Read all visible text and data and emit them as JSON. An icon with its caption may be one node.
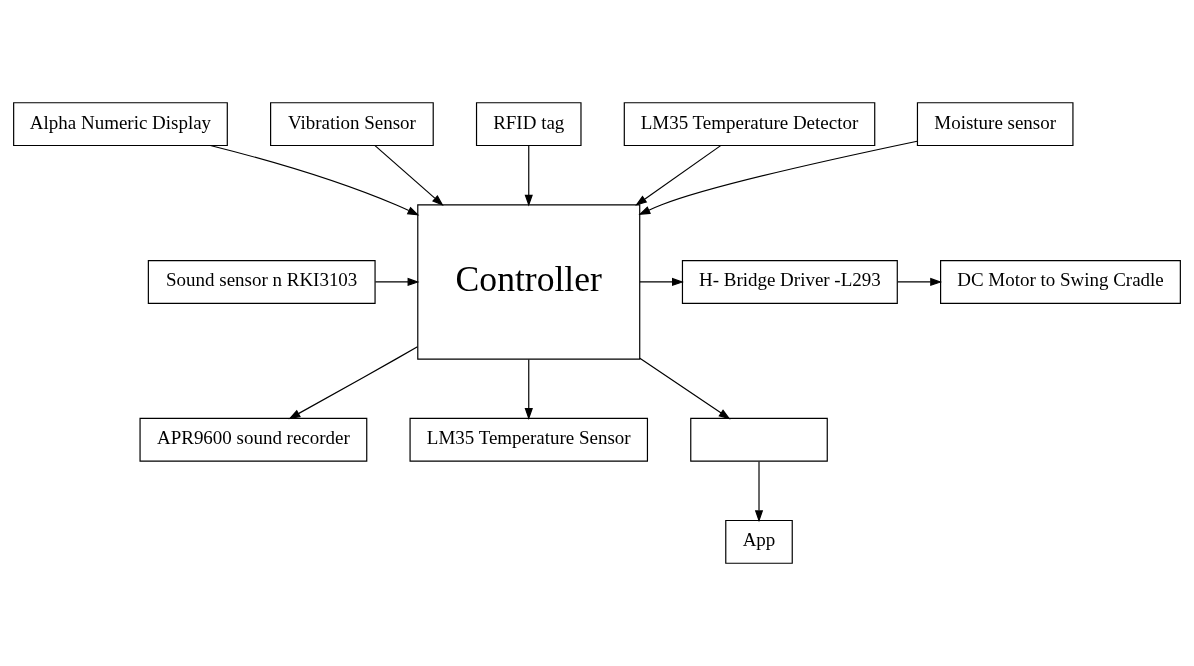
{
  "diagram": {
    "nodes": [
      {
        "text": [
          "Alpha Numeric Display"
        ]
      },
      {
        "text": [
          "Vibration Sensor"
        ]
      },
      {
        "text": [
          "RFID tag"
        ]
      },
      {
        "text": [
          "Sound sensor n RKI3103"
        ]
      },
      {
        "text": [
          "Controller"
        ]
      },
      {
        "text": [
          "H- Bridge Driver -L293"
        ]
      },
      {
        "text": [
          "DC Motor to Swing Cradle"
        ]
      },
      {
        "text": [
          "LM35 Temperature Detector"
        ]
      },
      {
        "text": [
          "Moisture sensor"
        ]
      },
      {
        "text": [
          "APR9600 sound recorder"
        ]
      },
      {
        "text": [
          "LM35 Temperature Sensor"
        ]
      },
      {
        "text": [],
        "shape": "box"
      },
      {
        "text": [
          "App"
        ]
      }
    ],
    "edges": [
      {
        "from": 0,
        "to": 4,
        "arrow": "to"
      },
      {
        "from": 1,
        "to": 4,
        "arrow": "to"
      },
      {
        "from": 2,
        "to": 4,
        "arrow": "to"
      },
      {
        "from": 3,
        "to": 4,
        "arrow": "to"
      },
      {
        "from": 7,
        "to": 4,
        "arrow": "to"
      },
      {
        "from": 8,
        "to": 4,
        "arrow": "to"
      },
      {
        "from": 4,
        "to": 5,
        "arrow": "to"
      },
      {
        "from": 5,
        "to": 6,
        "arrow": "to"
      },
      {
        "from": 4,
        "to": 9,
        "arrow": "to"
      },
      {
        "from": 4,
        "to": 10,
        "arrow": "to"
      },
      {
        "from": 4,
        "to": 11,
        "arrow": "to"
      },
      {
        "from": 11,
        "to": 12,
        "arrow": "to"
      }
    ]
  }
}
